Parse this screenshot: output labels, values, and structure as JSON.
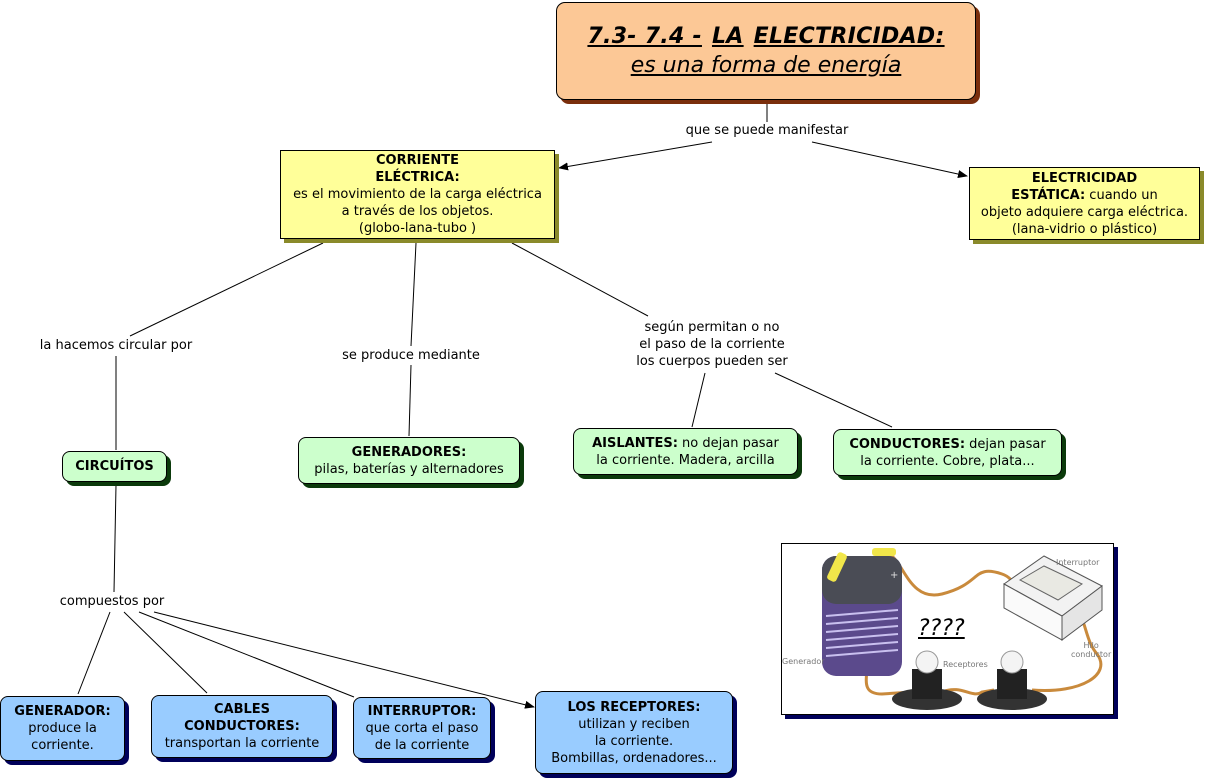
{
  "title": {
    "line1_parts": [
      "7.3- 7.4 -",
      "LA",
      "ELECTRICIDAD:"
    ],
    "line2": "es una forma de energía"
  },
  "link_labels": {
    "manifest": "que se puede manifestar",
    "circulate": "la hacemos circular por",
    "produce": "se produce mediante",
    "bodies": [
      "según permitan o no",
      "el paso de la corriente",
      "los cuerpos pueden ser"
    ],
    "composed": "compuestos por"
  },
  "concepts": {
    "current": {
      "heading": [
        "CORRIENTE",
        "ELÉCTRICA:"
      ],
      "body": [
        "es el movimiento de la carga eléctrica",
        "a través de los objetos.",
        "(globo-lana-tubo )"
      ]
    },
    "static": {
      "heading1": "ELECTRICIDAD",
      "heading2": "ESTÁTICA:",
      "body1": " cuando un",
      "body2": "objeto adquiere carga eléctrica.",
      "body3": "(lana-vidrio o plástico)"
    },
    "circuits": {
      "heading": "CIRCUÍTOS"
    },
    "generators": {
      "heading": "GENERADORES:",
      "body": "pilas, baterías y alternadores"
    },
    "insulators": {
      "heading": "AISLANTES:",
      "body1": " no dejan pasar",
      "body2": "la corriente. Madera, arcilla"
    },
    "conductors": {
      "heading": "CONDUCTORES:",
      "body1": " dejan pasar",
      "body2": "la corriente. Cobre, plata..."
    },
    "generator": {
      "heading": "GENERADOR:",
      "body": [
        "produce la",
        "corriente."
      ]
    },
    "cables": {
      "heading": [
        "CABLES",
        "CONDUCTORES:"
      ],
      "body": "transportan la corriente"
    },
    "switch": {
      "heading": "INTERRUPTOR:",
      "body": [
        "que corta el paso",
        "de la corriente"
      ]
    },
    "receivers": {
      "heading": "LOS RECEPTORES:",
      "body": [
        "utilizan y reciben",
        "la corriente.",
        "Bombillas, ordenadores..."
      ]
    }
  },
  "circuit_image": {
    "question": "????",
    "labels": {
      "generator": "Generador",
      "switch": "Interruptor",
      "receivers": "Receptores",
      "wire": [
        "Hilo",
        "conductor"
      ]
    }
  },
  "colors": {
    "title_fill": "#fcc896",
    "yellow_fill": "#ffff99",
    "green_fill": "#ccffcc",
    "blue_fill": "#99ccff"
  }
}
